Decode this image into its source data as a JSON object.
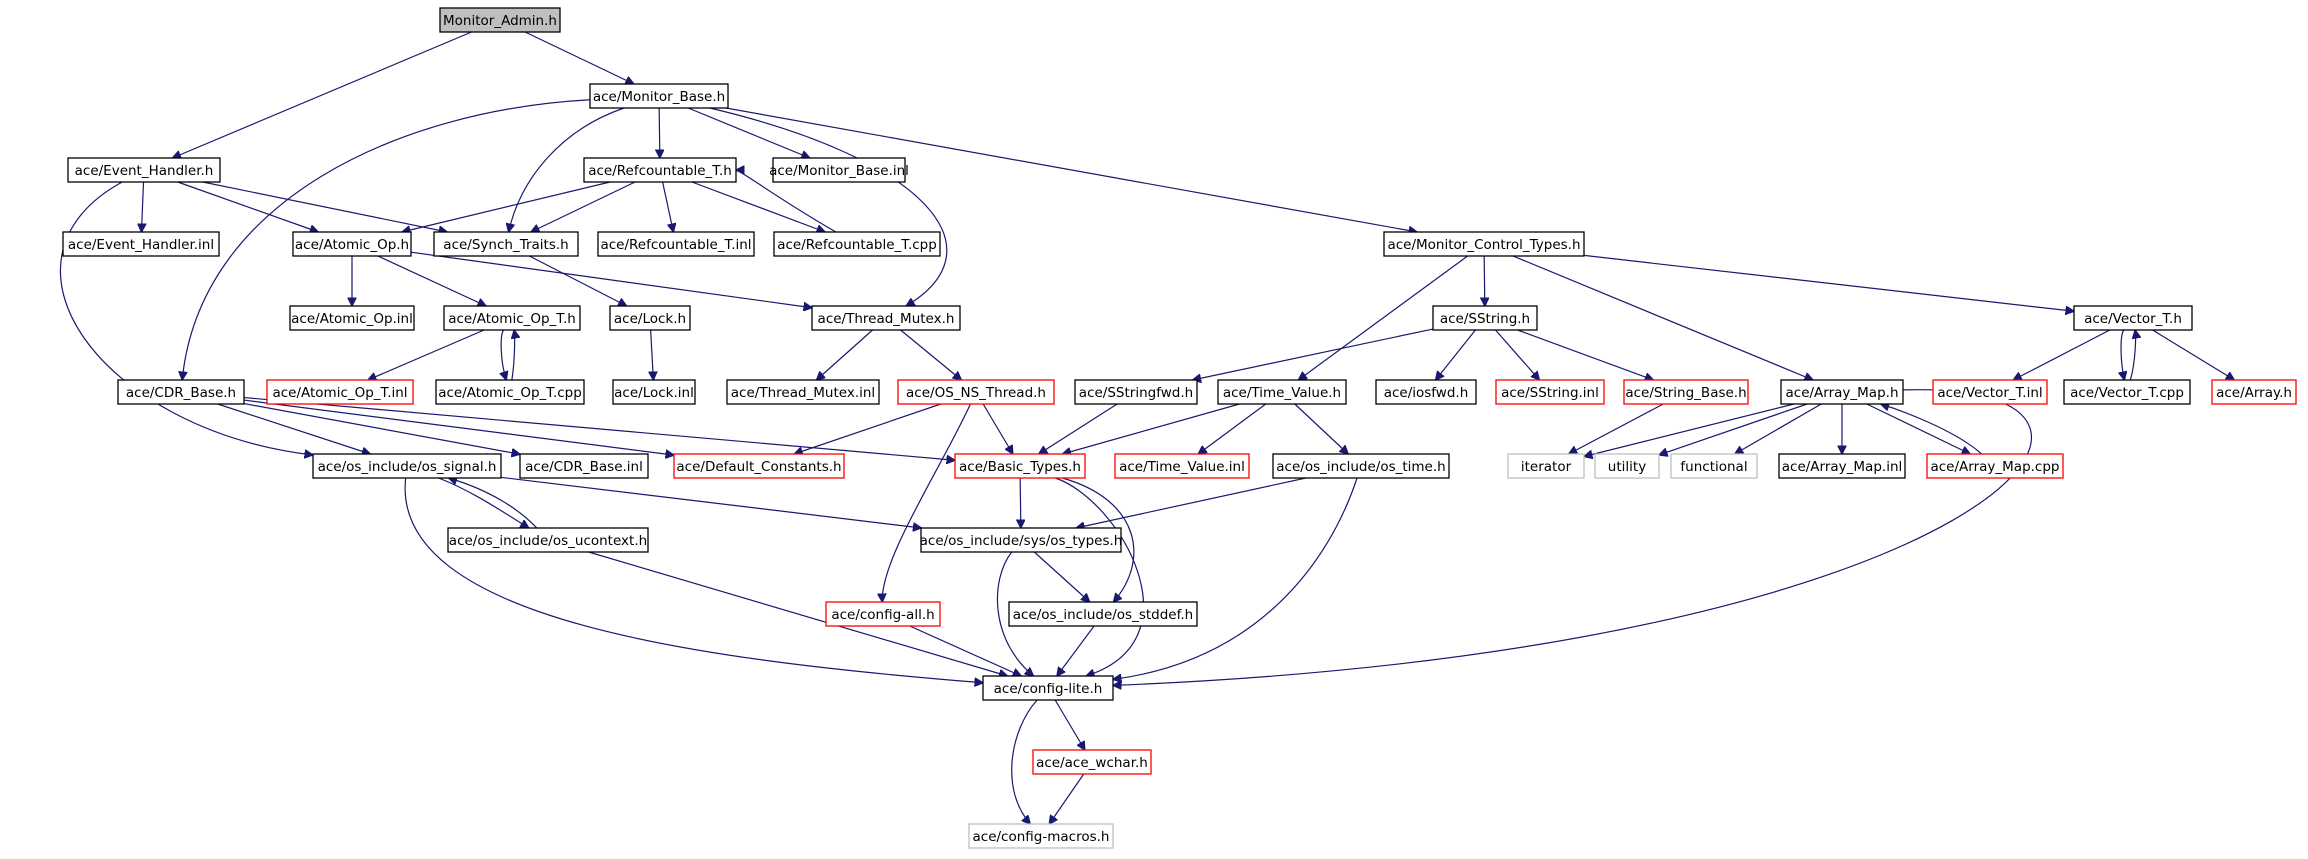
{
  "nodes": [
    {
      "id": "monitor_admin",
      "label": "Monitor_Admin.h",
      "style": "root"
    },
    {
      "id": "monitor_base",
      "label": "ace/Monitor_Base.h",
      "style": "normal"
    },
    {
      "id": "event_handler",
      "label": "ace/Event_Handler.h",
      "style": "normal"
    },
    {
      "id": "refcountable_t_h",
      "label": "ace/Refcountable_T.h",
      "style": "normal"
    },
    {
      "id": "monitor_base_inl",
      "label": "ace/Monitor_Base.inl",
      "style": "normal"
    },
    {
      "id": "event_handler_inl",
      "label": "ace/Event_Handler.inl",
      "style": "normal"
    },
    {
      "id": "atomic_op_h",
      "label": "ace/Atomic_Op.h",
      "style": "normal"
    },
    {
      "id": "synch_traits",
      "label": "ace/Synch_Traits.h",
      "style": "normal"
    },
    {
      "id": "refcountable_t_inl",
      "label": "ace/Refcountable_T.inl",
      "style": "normal"
    },
    {
      "id": "refcountable_t_cpp",
      "label": "ace/Refcountable_T.cpp",
      "style": "normal"
    },
    {
      "id": "monitor_control_types",
      "label": "ace/Monitor_Control_Types.h",
      "style": "normal"
    },
    {
      "id": "atomic_op_inl",
      "label": "ace/Atomic_Op.inl",
      "style": "normal"
    },
    {
      "id": "atomic_op_t_h",
      "label": "ace/Atomic_Op_T.h",
      "style": "normal"
    },
    {
      "id": "lock_h",
      "label": "ace/Lock.h",
      "style": "normal"
    },
    {
      "id": "thread_mutex_h",
      "label": "ace/Thread_Mutex.h",
      "style": "normal"
    },
    {
      "id": "sstring_h",
      "label": "ace/SString.h",
      "style": "normal"
    },
    {
      "id": "vector_t_h",
      "label": "ace/Vector_T.h",
      "style": "normal"
    },
    {
      "id": "cdr_base_h",
      "label": "ace/CDR_Base.h",
      "style": "normal"
    },
    {
      "id": "atomic_op_t_inl",
      "label": "ace/Atomic_Op_T.inl",
      "style": "red"
    },
    {
      "id": "atomic_op_t_cpp",
      "label": "ace/Atomic_Op_T.cpp",
      "style": "normal"
    },
    {
      "id": "lock_inl",
      "label": "ace/Lock.inl",
      "style": "normal"
    },
    {
      "id": "thread_mutex_inl",
      "label": "ace/Thread_Mutex.inl",
      "style": "normal"
    },
    {
      "id": "os_ns_thread",
      "label": "ace/OS_NS_Thread.h",
      "style": "red"
    },
    {
      "id": "sstringfwd",
      "label": "ace/SStringfwd.h",
      "style": "normal"
    },
    {
      "id": "time_value_h",
      "label": "ace/Time_Value.h",
      "style": "normal"
    },
    {
      "id": "iosfwd_h",
      "label": "ace/iosfwd.h",
      "style": "normal"
    },
    {
      "id": "sstring_inl",
      "label": "ace/SString.inl",
      "style": "red"
    },
    {
      "id": "string_base_h",
      "label": "ace/String_Base.h",
      "style": "red"
    },
    {
      "id": "array_map_h",
      "label": "ace/Array_Map.h",
      "style": "normal"
    },
    {
      "id": "vector_t_inl",
      "label": "ace/Vector_T.inl",
      "style": "red"
    },
    {
      "id": "vector_t_cpp",
      "label": "ace/Vector_T.cpp",
      "style": "normal"
    },
    {
      "id": "array_h",
      "label": "ace/Array.h",
      "style": "red"
    },
    {
      "id": "os_signal",
      "label": "ace/os_include/os_signal.h",
      "style": "normal"
    },
    {
      "id": "cdr_base_inl",
      "label": "ace/CDR_Base.inl",
      "style": "normal"
    },
    {
      "id": "default_constants",
      "label": "ace/Default_Constants.h",
      "style": "red"
    },
    {
      "id": "basic_types",
      "label": "ace/Basic_Types.h",
      "style": "red"
    },
    {
      "id": "time_value_inl",
      "label": "ace/Time_Value.inl",
      "style": "red"
    },
    {
      "id": "os_time",
      "label": "ace/os_include/os_time.h",
      "style": "normal"
    },
    {
      "id": "iterator",
      "label": "iterator",
      "style": "gray"
    },
    {
      "id": "utility",
      "label": "utility",
      "style": "gray"
    },
    {
      "id": "functional",
      "label": "functional",
      "style": "gray"
    },
    {
      "id": "array_map_inl",
      "label": "ace/Array_Map.inl",
      "style": "normal"
    },
    {
      "id": "array_map_cpp",
      "label": "ace/Array_Map.cpp",
      "style": "red"
    },
    {
      "id": "os_ucontext",
      "label": "ace/os_include/os_ucontext.h",
      "style": "normal"
    },
    {
      "id": "os_types",
      "label": "ace/os_include/sys/os_types.h",
      "style": "normal"
    },
    {
      "id": "config_all",
      "label": "ace/config-all.h",
      "style": "red"
    },
    {
      "id": "os_stddef",
      "label": "ace/os_include/os_stddef.h",
      "style": "normal"
    },
    {
      "id": "config_lite",
      "label": "ace/config-lite.h",
      "style": "normal"
    },
    {
      "id": "ace_wchar",
      "label": "ace/ace_wchar.h",
      "style": "red"
    },
    {
      "id": "config_macros",
      "label": "ace/config-macros.h",
      "style": "gray"
    }
  ],
  "colors": {
    "edge": "#191970",
    "normal_border": "#000000",
    "red_border": "#ff0000",
    "gray_border": "#bfbfbf",
    "root_fill": "#bfbfbf",
    "node_fill": "#ffffff"
  }
}
